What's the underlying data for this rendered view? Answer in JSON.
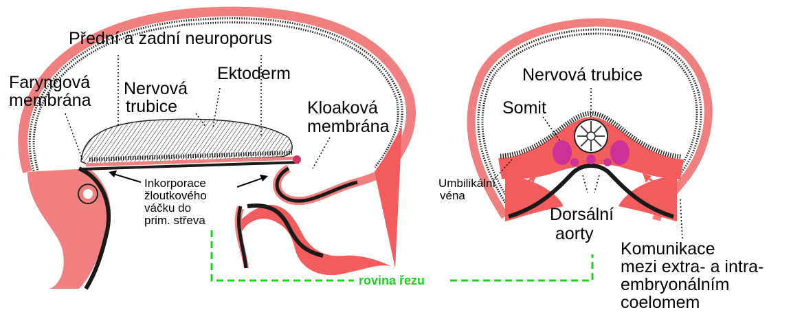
{
  "colors": {
    "membrane_pink": "#f08080",
    "mesoderm_red": "#f25c5c",
    "endoderm_black": "#1a1a1a",
    "cut_plane_green": "#22cc22",
    "neural_tube_grey": "#555555",
    "somite_magenta": "#cc3399"
  },
  "labels": {
    "anterior_posterior_neuropore": "Přední a zadní neuroporus",
    "pharyngeal_membrane_line1": "Faryngová",
    "pharyngeal_membrane_line2": "membrána",
    "neural_tube_left_line1": "Nervová",
    "neural_tube_left_line2": "trubice",
    "ectoderm": "Ektoderm",
    "cloacal_membrane_line1": "Kloaková",
    "cloacal_membrane_line2": "membrána",
    "incorporation_line1": "Inkorporace",
    "incorporation_line2": "žloutkového",
    "incorporation_line3": "váčku do",
    "incorporation_line4": "prim. střeva",
    "cut_plane": "rovina řezu",
    "neural_tube_right": "Nervová trubice",
    "somite": "Somit",
    "umbilical_vein_line1": "Umbilikální",
    "umbilical_vein_line2": "véna",
    "dorsal_aortae_line1": "Dorsální",
    "dorsal_aortae_line2": "aorty",
    "communication_line1": "Komunikace",
    "communication_line2": "mezi extra- a intra-",
    "communication_line3": "embryonálním",
    "communication_line4": "coelomem"
  }
}
